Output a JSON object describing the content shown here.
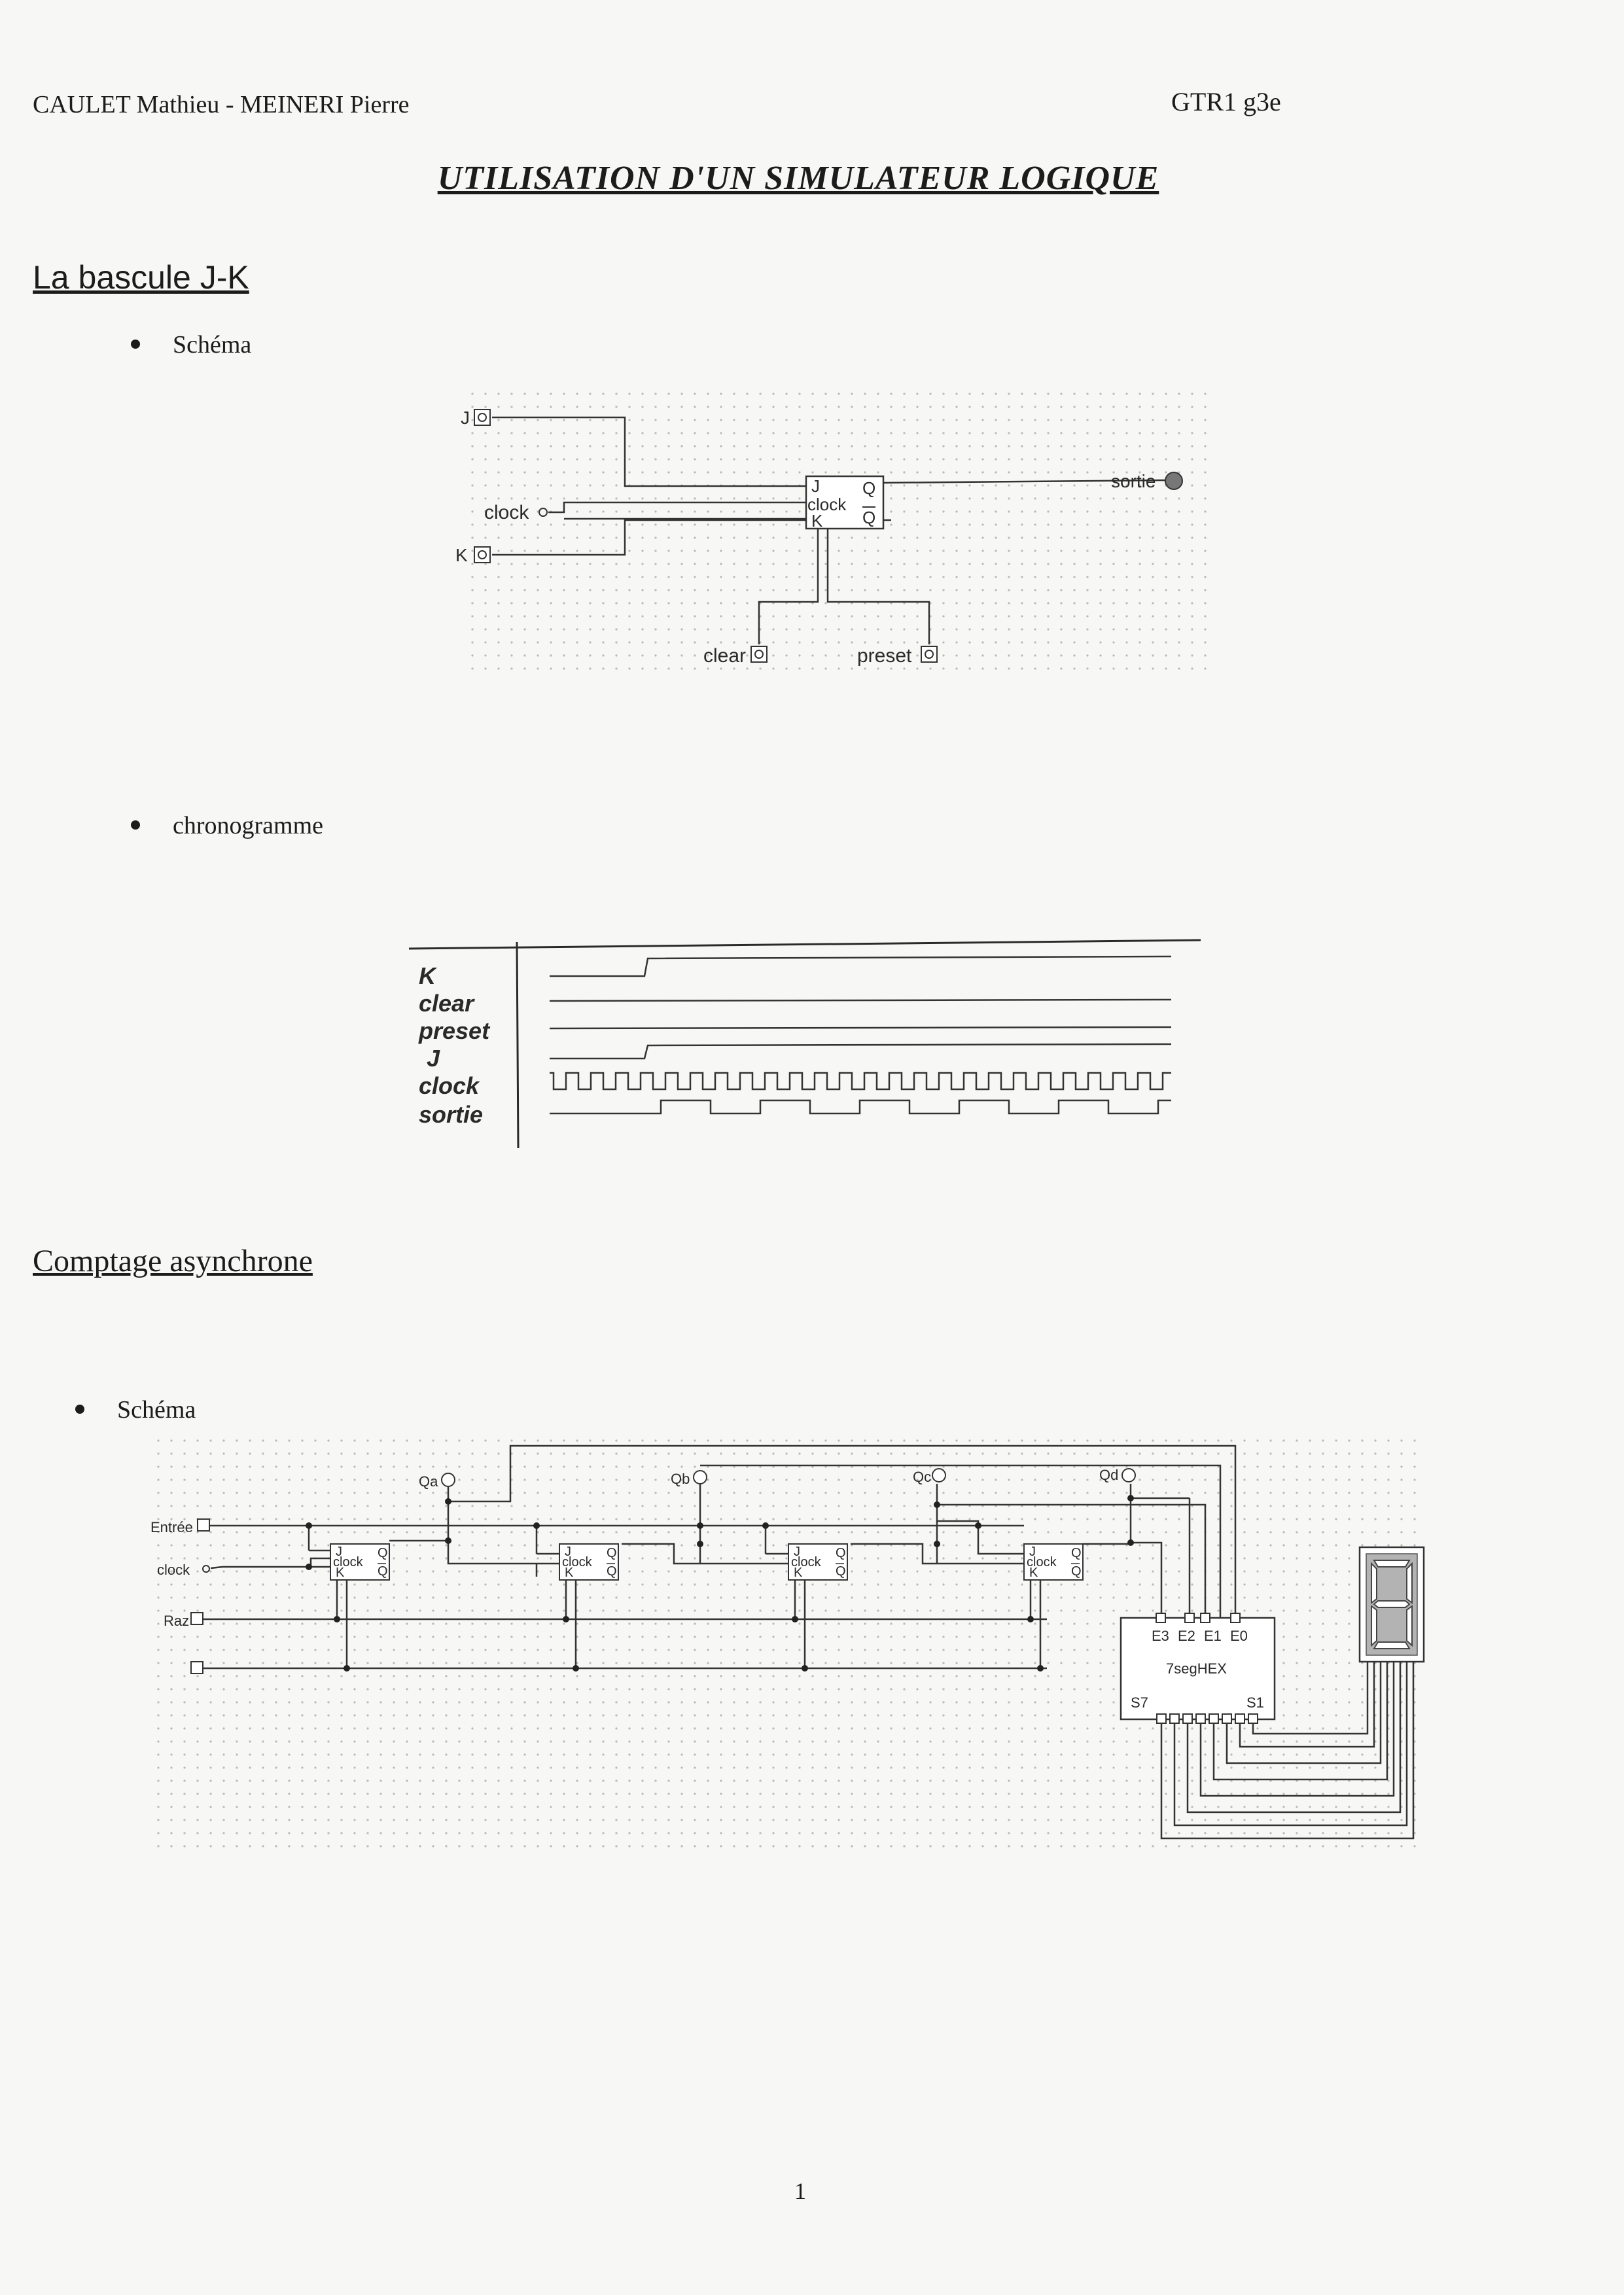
{
  "header": {
    "authors": "CAULET Mathieu - MEINERI Pierre",
    "group": "GTR1 g3e",
    "title": "UTILISATION D'UN SIMULATEUR LOGIQUE"
  },
  "section1": {
    "heading": "La bascule J-K",
    "bullet_schema": "Schéma",
    "bullet_chrono": "chronogramme",
    "schema_labels": {
      "j_input": "J",
      "clock_input": "clock",
      "k_input": "K",
      "clear_input": "clear",
      "preset_input": "preset",
      "output": "sortie",
      "ff_j": "J",
      "ff_k": "K",
      "ff_clock": "clock",
      "ff_q": "Q",
      "ff_qbar": "Q"
    },
    "chrono_signals": [
      "K",
      "clear",
      "preset",
      "J",
      "clock",
      "sortie"
    ]
  },
  "section2": {
    "heading": "Comptage asynchrone",
    "bullet_schema": "Schéma",
    "labels": {
      "entree": "Entrée",
      "clock": "clock",
      "raz": "Raz",
      "qa": "Qa",
      "qb": "Qb",
      "qc": "Qc",
      "qd": "Qd",
      "decoder": "7segHEX",
      "e3": "E3",
      "e2": "E2",
      "e1": "E1",
      "e0": "E0",
      "s7": "S7",
      "s1": "S1"
    }
  },
  "footer": {
    "page_number": "1"
  }
}
